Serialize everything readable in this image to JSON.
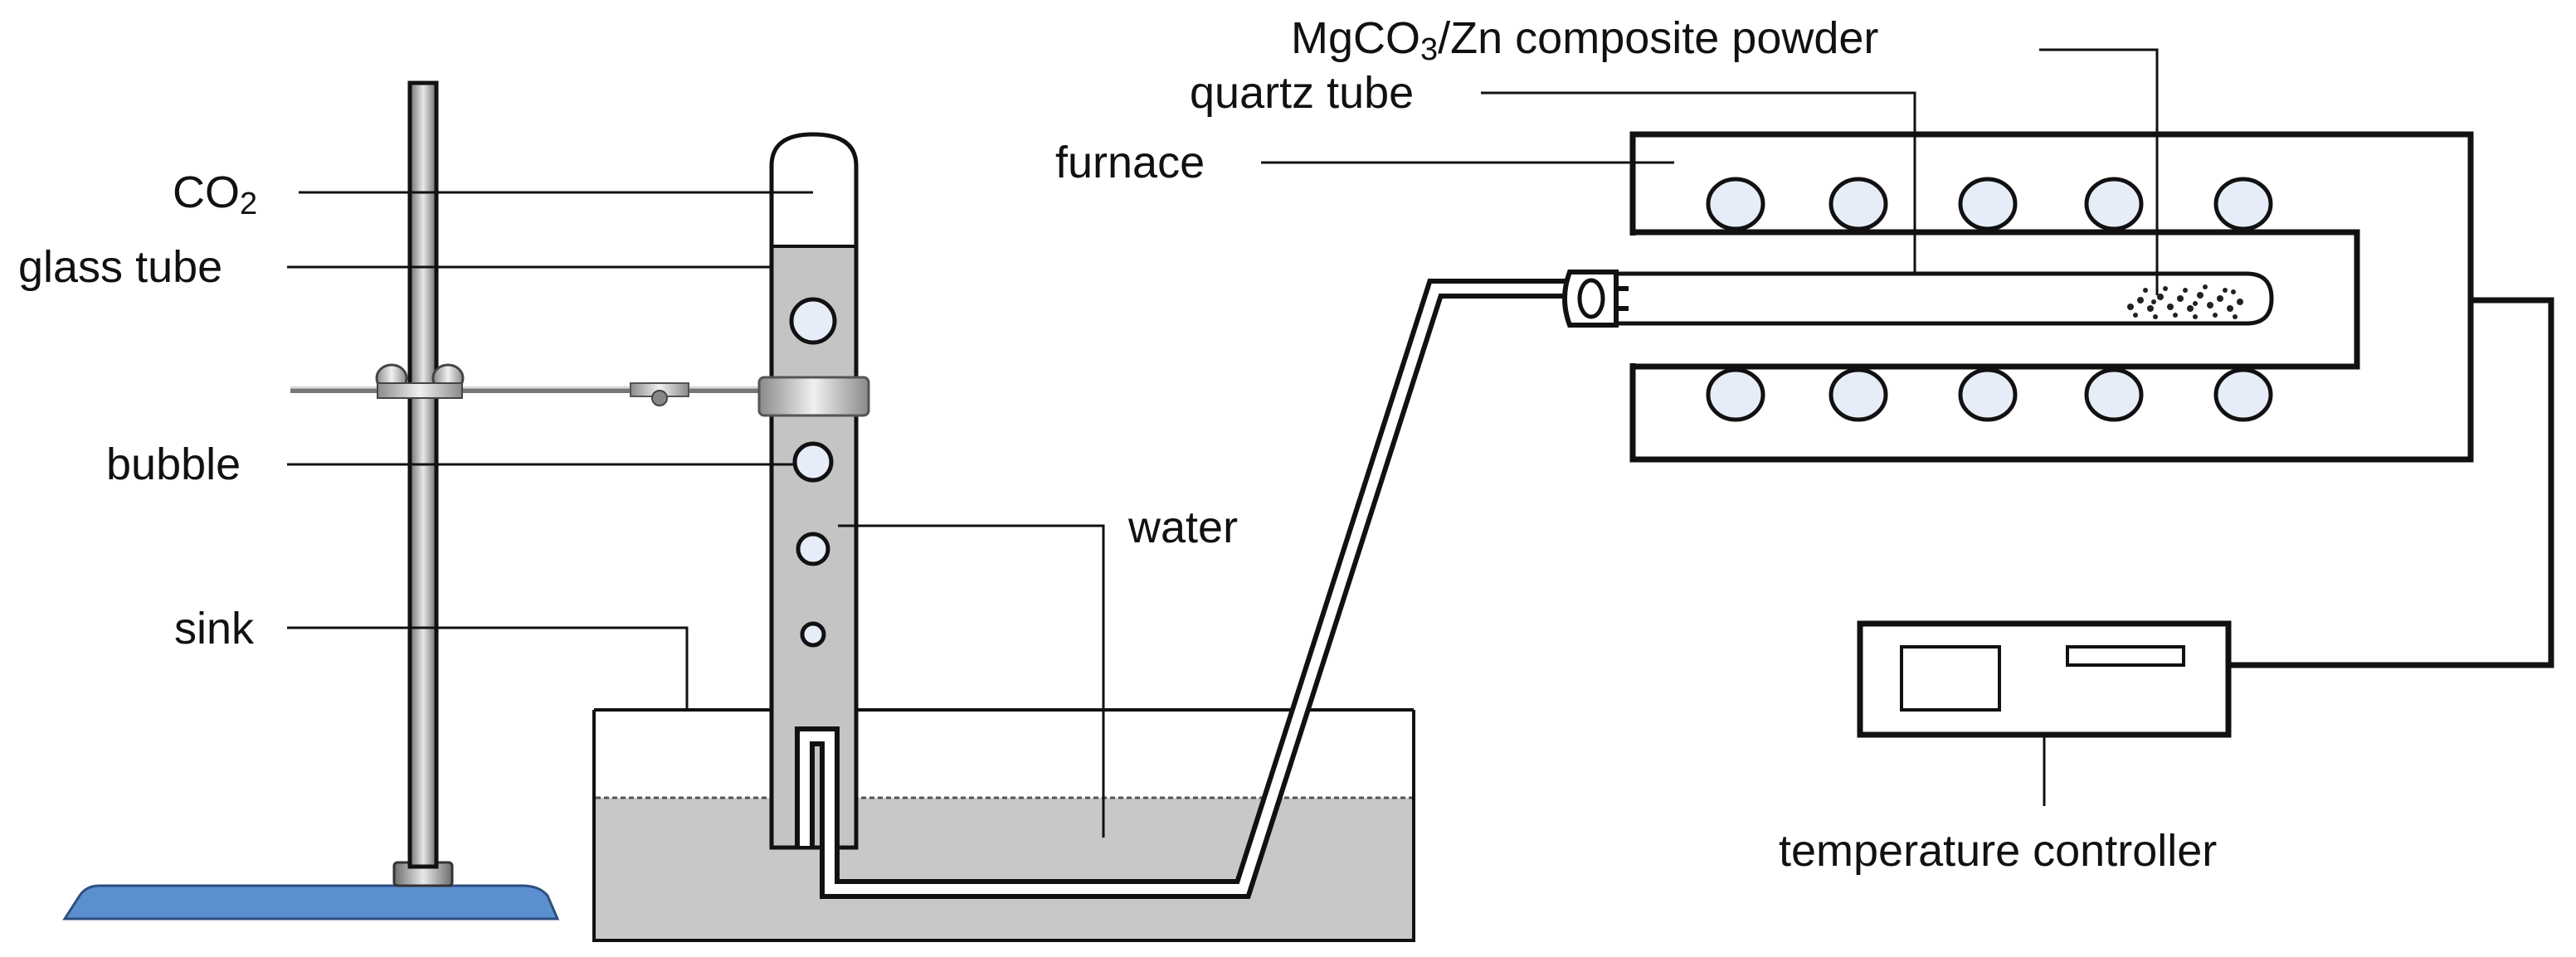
{
  "labels": {
    "co2": "CO",
    "co2_subscript": "2",
    "glass_tube": "glass tube",
    "bubble": "bubble",
    "sink": "sink",
    "water": "water",
    "furnace": "furnace",
    "quartz_tube": "quartz tube",
    "powder_prefix": "MgCO",
    "powder_subscript": "3",
    "powder_suffix": "/Zn composite powder",
    "temperature_controller": "temperature controller"
  },
  "colors": {
    "line": "#111111",
    "water": "#c8c8c8",
    "glass_tube_fill": "#c4c4c4",
    "bubble_fill": "#e6edf8",
    "stand_base": "#5b8fd0",
    "clamp_metal": "#a9a9a9",
    "background": "#ffffff"
  }
}
